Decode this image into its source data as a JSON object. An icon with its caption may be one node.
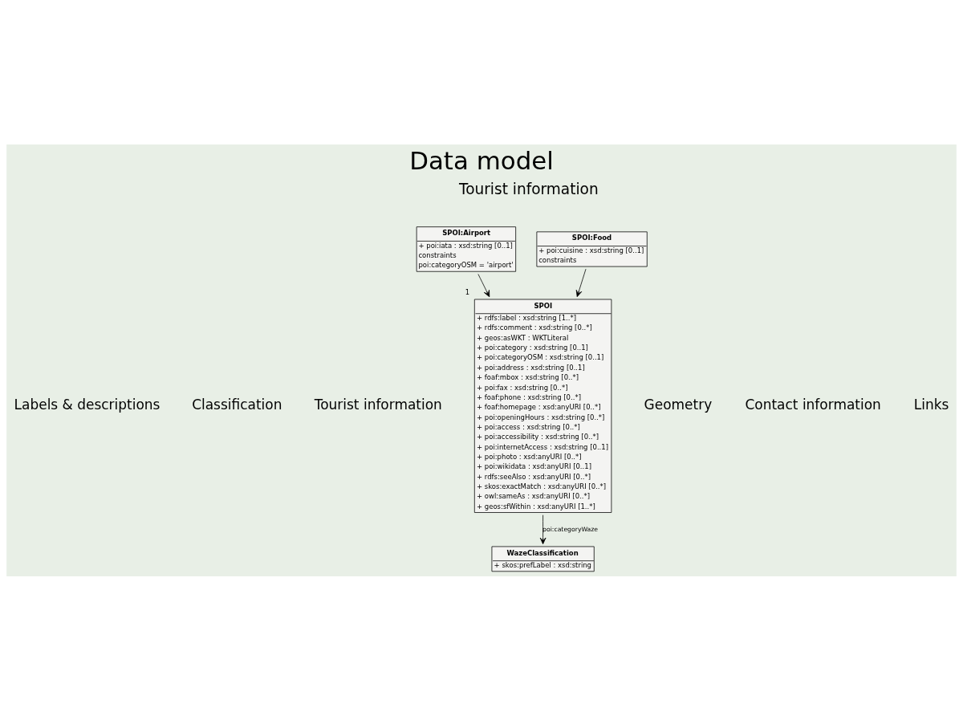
{
  "diagram": {
    "title": "Data model",
    "nodes": [
      {
        "text": [
          "SPOI:Airport",
          "+ poi:iata : xsd:string [0..1]",
          "constraints",
          "poi:categoryOSM = 'airport'"
        ]
      },
      {
        "text": [
          "SPOI:Food",
          "+ poi:cuisine : xsd:string [0..1]",
          "constraints"
        ]
      },
      {
        "text": [
          "SPOI",
          "+ rdfs:label : xsd:string [1..*]",
          "+ rdfs:comment : xsd:string [0..*]",
          "+ geos:asWKT : WKTLiteral",
          "+ poi:category : xsd:string [0..1]",
          "+ poi:categoryOSM : xsd:string [0..1]",
          "+ poi:address : xsd:string [0..1]",
          "+ foaf:mbox : xsd:string [0..*]",
          "+ poi:fax : xsd:string [0..*]",
          "+ foaf:phone : xsd:string [0..*]",
          "+ foaf:homepage : xsd:anyURI [0..*]",
          "+ poi:openingHours : xsd:string [0..*]",
          "+ poi:access : xsd:string [0..*]",
          "+ poi:accessibility : xsd:string [0..*]",
          "+ poi:internetAccess : xsd:string [0..1]",
          "+ poi:photo : xsd:anyURI [0..*]",
          "+ poi:wikidata : xsd:anyURI [0..1]",
          "+ rdfs:seeAlso : xsd:anyURI [0..*]",
          "+ skos:exactMatch : xsd:anyURI [0..*]",
          "+ owl:sameAs : xsd:anyURI [0..*]",
          "+ geos:sfWithin : xsd:anyURI [1..*]"
        ],
        "beside": [
          "1"
        ]
      },
      {
        "text": [
          "WazeClassification",
          "+ skos:prefLabel : xsd:string"
        ]
      }
    ],
    "edges": [
      {
        "from": 0,
        "to": 2,
        "arrow": "to"
      },
      {
        "from": 1,
        "to": 2,
        "arrow": "to"
      },
      {
        "from": 2,
        "to": 3,
        "arrow": "to",
        "label": "poi:categoryWaze"
      }
    ],
    "labels": [
      "Tourist information",
      "Labels & descriptions",
      "Geometry",
      "Classification",
      "Contact information",
      "Tourist information",
      "Links"
    ]
  }
}
